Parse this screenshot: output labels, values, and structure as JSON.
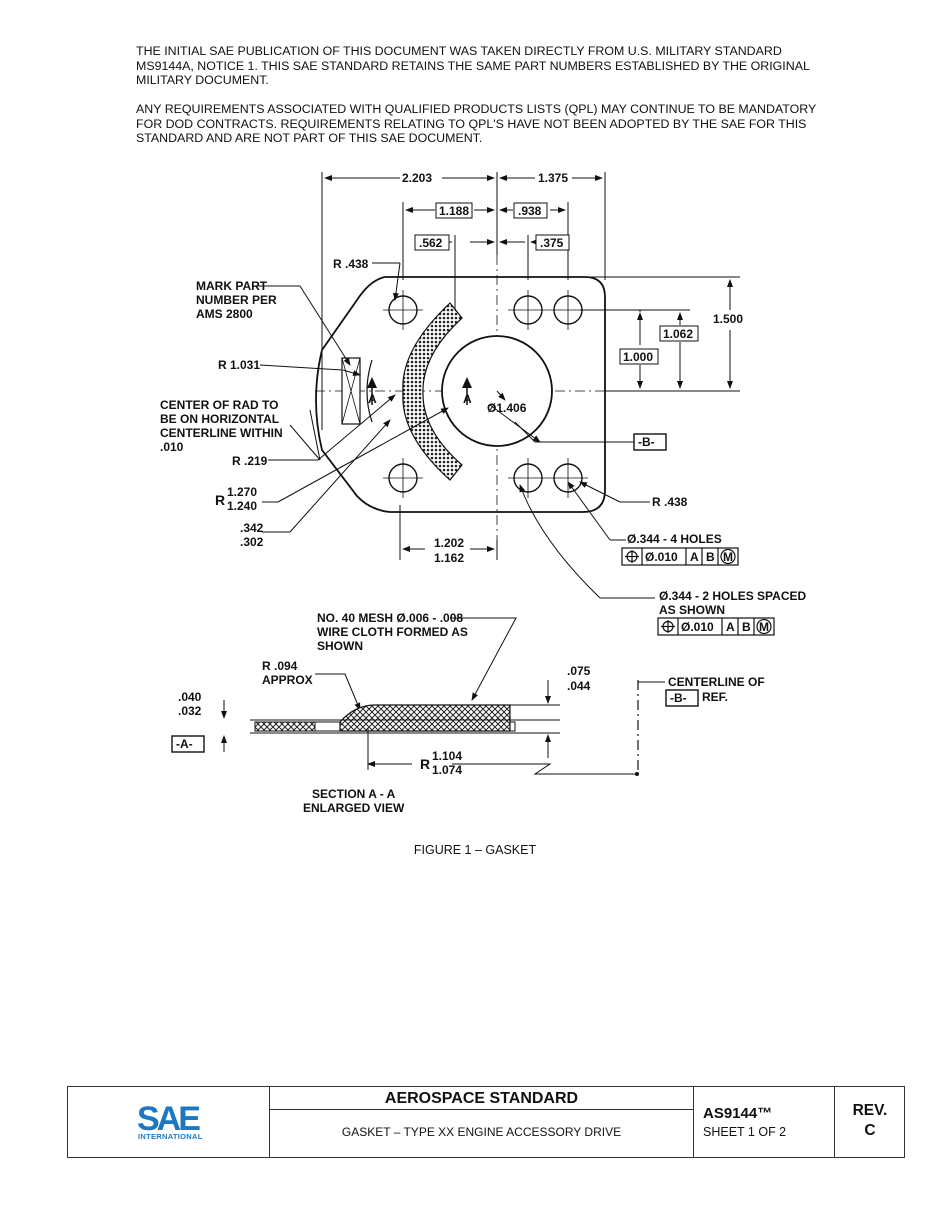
{
  "notes": {
    "p1": "THE INITIAL SAE PUBLICATION OF THIS DOCUMENT WAS TAKEN DIRECTLY FROM U.S. MILITARY STANDARD MS9144A, NOTICE 1.  THIS SAE STANDARD RETAINS THE SAME PART NUMBERS ESTABLISHED BY THE ORIGINAL MILITARY DOCUMENT.",
    "p2": "ANY REQUIREMENTS ASSOCIATED WITH QUALIFIED PRODUCTS LISTS (QPL) MAY CONTINUE TO BE MANDATORY FOR DOD CONTRACTS.  REQUIREMENTS RELATING TO QPL'S HAVE NOT BEEN ADOPTED BY THE SAE FOR THIS STANDARD AND ARE NOT PART OF THIS SAE DOCUMENT."
  },
  "drawing": {
    "dims": {
      "d2203": "2.203",
      "d1375": "1.375",
      "d1188": "1.188",
      "d938": ".938",
      "d562": ".562",
      "d375": ".375",
      "d1500": "1.500",
      "d1062": "1.062",
      "d1000": "1.000",
      "dia1406": "Ø1.406",
      "r438a": "R .438",
      "r438b": "R .438",
      "r1031": "R 1.031",
      "r219": "R .219",
      "r_label": "R",
      "r1270": "1.270",
      "r1240": "1.240",
      "d342": ".342",
      "d302": ".302",
      "d1202": "1.202",
      "d1162": "1.162",
      "secA": "A",
      "datumB": "-B-",
      "datumA": "-A-"
    },
    "notes": {
      "mark1": "MARK PART",
      "mark2": "NUMBER PER",
      "mark3": "AMS 2800",
      "center1": "CENTER OF RAD TO",
      "center2": "BE ON HORIZONTAL",
      "center3": "CENTERLINE  WITHIN",
      "center4": ".010",
      "holes4": "Ø.344 - 4 HOLES",
      "holes2a": "Ø.344 - 2 HOLES SPACED",
      "holes2b": "AS SHOWN",
      "fcf_tol": "Ø.010",
      "fcf_a": "A",
      "fcf_b": "B",
      "fcf_m": "M"
    },
    "section": {
      "mesh1": "NO. 40 MESH  Ø.006 - .008",
      "mesh2": "WIRE CLOTH FORMED AS",
      "mesh3": "SHOWN",
      "r094a": "R .094",
      "r094b": "APPROX",
      "d040": ".040",
      "d032": ".032",
      "d075": ".075",
      "d044": ".044",
      "cl1": "CENTERLINE OF",
      "cl2": "REF.",
      "r_label": "R",
      "r1104": "1.104",
      "r1074": "1.074",
      "title1": "SECTION A - A",
      "title2": "ENLARGED VIEW"
    }
  },
  "caption": "FIGURE 1 – GASKET",
  "titleblock": {
    "logo": "SAE",
    "logo_sub": "INTERNATIONAL",
    "heading": "AEROSPACE STANDARD",
    "subtitle": "GASKET – TYPE XX ENGINE ACCESSORY DRIVE",
    "doc_number": "AS9144™",
    "sheet": "SHEET 1 OF 2",
    "rev_label": "REV.",
    "rev_value": "C"
  },
  "colors": {
    "logo_blue": "#1b78c2",
    "line": "#111111"
  }
}
